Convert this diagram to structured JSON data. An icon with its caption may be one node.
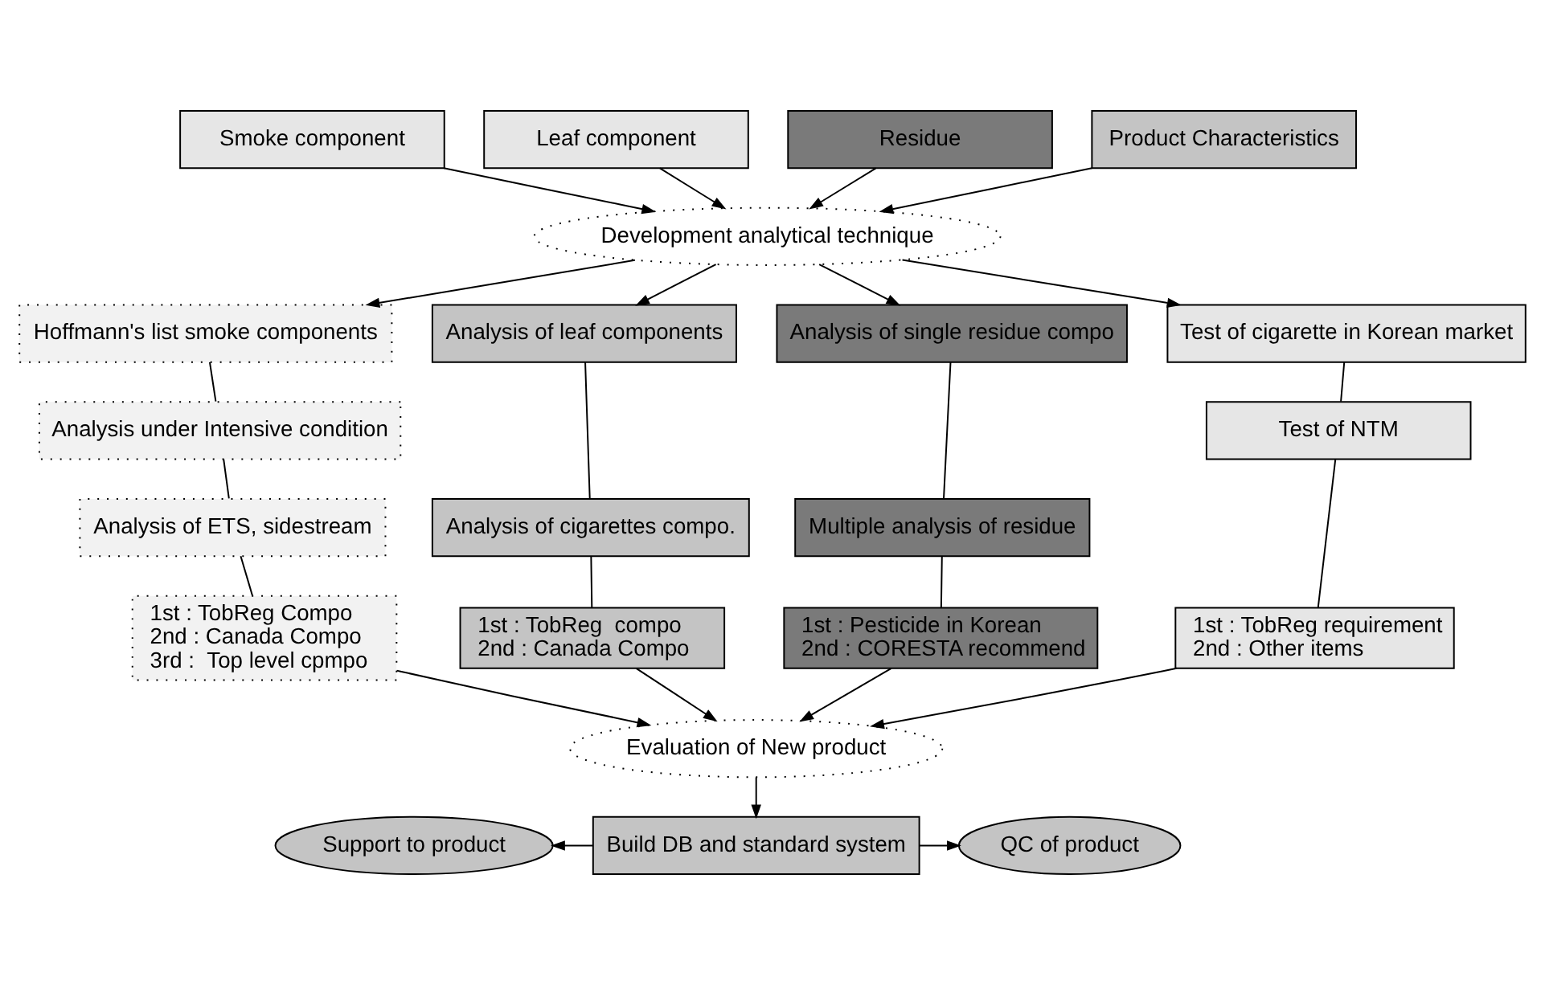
{
  "diagram": {
    "nodes": [
      {
        "text": [
          "Smoke component"
        ]
      },
      {
        "text": [
          "Leaf component"
        ]
      },
      {
        "text": [
          "Residue"
        ]
      },
      {
        "text": [
          "Product Characteristics"
        ]
      },
      {
        "text": [
          "Development analytical technique"
        ]
      },
      {
        "text": [
          "Hoffmann's list smoke components"
        ]
      },
      {
        "text": [
          "Analysis under Intensive condition"
        ]
      },
      {
        "text": [
          "Analysis of ETS, sidestream"
        ]
      },
      {
        "text": [
          "1st : TobReg Compo",
          "2nd : Canada Compo",
          "3rd :  Top level cpmpo"
        ]
      },
      {
        "text": [
          "Analysis of leaf components"
        ]
      },
      {
        "text": [
          "Analysis of cigarettes compo."
        ]
      },
      {
        "text": [
          "1st : TobReg  compo",
          "2nd : Canada Compo"
        ]
      },
      {
        "text": [
          "Analysis of single residue compo"
        ]
      },
      {
        "text": [
          "Multiple analysis of residue"
        ]
      },
      {
        "text": [
          "1st : Pesticide in Korean",
          "2nd : CORESTA recommend"
        ]
      },
      {
        "text": [
          "Test of cigarette in Korean market"
        ]
      },
      {
        "text": [
          "Test of NTM"
        ]
      },
      {
        "text": [
          "1st : TobReg requirement",
          "2nd : Other items"
        ]
      },
      {
        "text": [
          "Evaluation of New product"
        ]
      },
      {
        "text": [
          "Build DB and standard system"
        ]
      },
      {
        "text": [
          "Support to product"
        ]
      },
      {
        "text": [
          "QC of product"
        ]
      }
    ],
    "edges": [
      {
        "from": 0,
        "to": 4,
        "arrow": "to"
      },
      {
        "from": 1,
        "to": 4,
        "arrow": "to"
      },
      {
        "from": 2,
        "to": 4,
        "arrow": "to"
      },
      {
        "from": 3,
        "to": 4,
        "arrow": "to"
      },
      {
        "from": 4,
        "to": 5,
        "arrow": "to"
      },
      {
        "from": 4,
        "to": 9,
        "arrow": "to"
      },
      {
        "from": 4,
        "to": 12,
        "arrow": "to"
      },
      {
        "from": 4,
        "to": 15,
        "arrow": "to"
      },
      {
        "from": 5,
        "to": 6,
        "arrow": "none"
      },
      {
        "from": 6,
        "to": 7,
        "arrow": "none"
      },
      {
        "from": 7,
        "to": 8,
        "arrow": "none"
      },
      {
        "from": 9,
        "to": 10,
        "arrow": "none"
      },
      {
        "from": 10,
        "to": 11,
        "arrow": "none"
      },
      {
        "from": 12,
        "to": 13,
        "arrow": "none"
      },
      {
        "from": 13,
        "to": 14,
        "arrow": "none"
      },
      {
        "from": 15,
        "to": 16,
        "arrow": "none"
      },
      {
        "from": 16,
        "to": 17,
        "arrow": "none"
      },
      {
        "from": 8,
        "to": 18,
        "arrow": "to"
      },
      {
        "from": 11,
        "to": 18,
        "arrow": "to"
      },
      {
        "from": 14,
        "to": 18,
        "arrow": "to"
      },
      {
        "from": 17,
        "to": 18,
        "arrow": "to"
      },
      {
        "from": 18,
        "to": 19,
        "arrow": "to"
      },
      {
        "from": 19,
        "to": 20,
        "arrow": "to"
      },
      {
        "from": 19,
        "to": 21,
        "arrow": "to"
      }
    ]
  }
}
